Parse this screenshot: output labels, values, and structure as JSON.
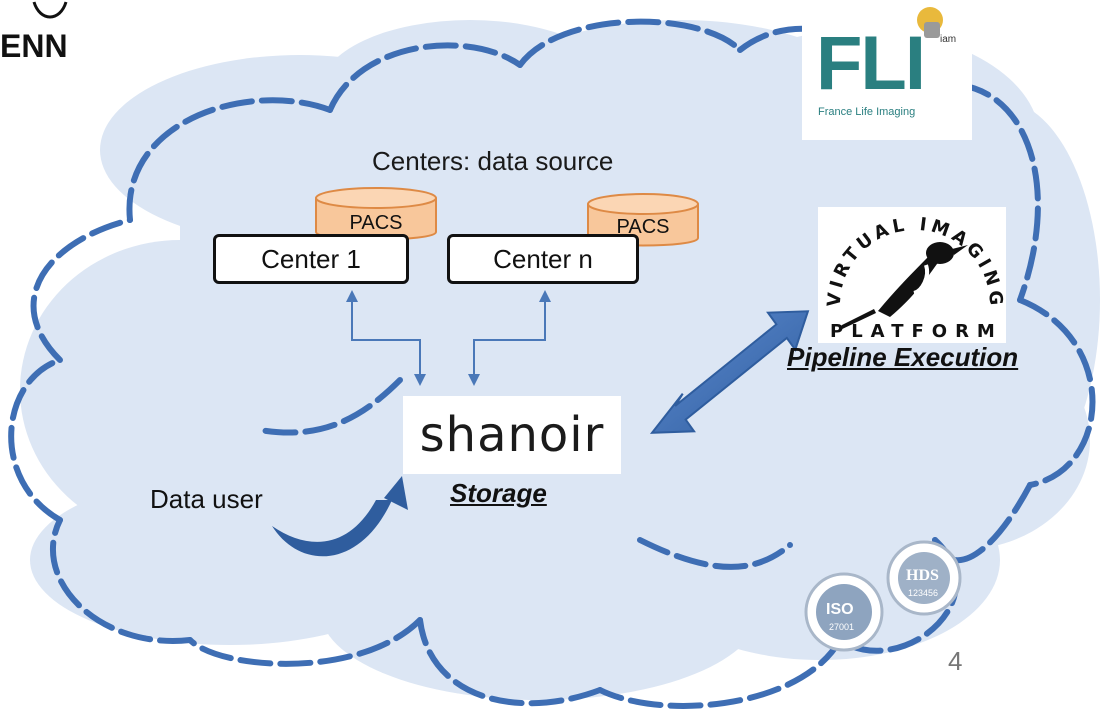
{
  "header_logo": {
    "text": "ENN"
  },
  "centers": {
    "title": "Centers: data source",
    "items": [
      {
        "label": "Center 1",
        "db_label": "PACS"
      },
      {
        "label": "Center n",
        "db_label": "PACS"
      }
    ]
  },
  "storage": {
    "logo_text": "shanoir",
    "caption": "Storage"
  },
  "pipeline": {
    "caption": "Pipeline Execution",
    "logo_top_text": "VIRTUAL IMAGING",
    "logo_bottom_text": "PLATFORM"
  },
  "fli_logo": {
    "letters": "FLI",
    "subtitle": "France Life Imaging",
    "badge_text": "iam"
  },
  "data_user": {
    "label": "Data user"
  },
  "badges": {
    "iso": {
      "title": "ISO",
      "number": "27001"
    },
    "hds": {
      "title": "HDS",
      "number": "123456"
    }
  },
  "page_number": "4",
  "colors": {
    "cloud_fill": "#dce6f4",
    "cloud_stroke": "#3e6eb4",
    "pacs_fill": "#f8c79b",
    "pacs_stroke": "#de8a45",
    "arrow_blue": "#4f7fc0",
    "fli_teal": "#2a7f80"
  }
}
